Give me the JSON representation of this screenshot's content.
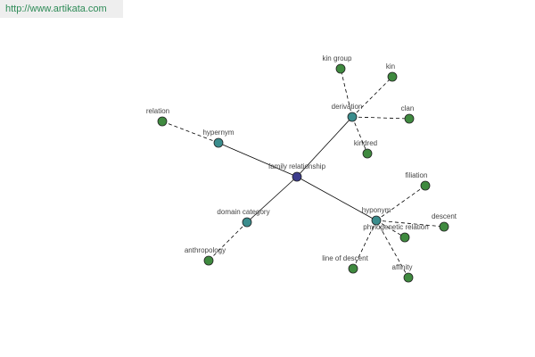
{
  "source": {
    "url": "http://www.artikata.com"
  },
  "colors": {
    "center": "#3c3c8c",
    "hub": "#3a8c8c",
    "leaf": "#3f8a3f",
    "link": "#2e8b57"
  },
  "graph": {
    "nodes": [
      {
        "id": "family-relationship",
        "label": "family relationship",
        "kind": "center"
      },
      {
        "id": "hypernym",
        "label": "hypernym",
        "kind": "hub"
      },
      {
        "id": "derivation",
        "label": "derivation",
        "kind": "hub"
      },
      {
        "id": "domain-category",
        "label": "domain category",
        "kind": "hub"
      },
      {
        "id": "hyponym",
        "label": "hyponym",
        "kind": "hub"
      },
      {
        "id": "relation",
        "label": "relation",
        "kind": "leaf"
      },
      {
        "id": "kin-group",
        "label": "kin group",
        "kind": "leaf"
      },
      {
        "id": "kin",
        "label": "kin",
        "kind": "leaf"
      },
      {
        "id": "clan",
        "label": "clan",
        "kind": "leaf"
      },
      {
        "id": "kindred",
        "label": "kindred",
        "kind": "leaf"
      },
      {
        "id": "anthropology",
        "label": "anthropology",
        "kind": "leaf"
      },
      {
        "id": "filiation",
        "label": "filiation",
        "kind": "leaf"
      },
      {
        "id": "descent",
        "label": "descent",
        "kind": "leaf"
      },
      {
        "id": "phylogenetic-relation",
        "label": "phylogenetic relation",
        "kind": "leaf"
      },
      {
        "id": "line-of-descent",
        "label": "line of descent",
        "kind": "leaf"
      },
      {
        "id": "affinity",
        "label": "affinity",
        "kind": "leaf"
      }
    ],
    "edges": [
      {
        "from": "family-relationship",
        "to": "hypernym",
        "style": "solid"
      },
      {
        "from": "family-relationship",
        "to": "derivation",
        "style": "solid"
      },
      {
        "from": "family-relationship",
        "to": "domain-category",
        "style": "solid"
      },
      {
        "from": "family-relationship",
        "to": "hyponym",
        "style": "solid"
      },
      {
        "from": "hypernym",
        "to": "relation",
        "style": "dashed"
      },
      {
        "from": "derivation",
        "to": "kin-group",
        "style": "dashed"
      },
      {
        "from": "derivation",
        "to": "kin",
        "style": "dashed"
      },
      {
        "from": "derivation",
        "to": "clan",
        "style": "dashed"
      },
      {
        "from": "derivation",
        "to": "kindred",
        "style": "dashed"
      },
      {
        "from": "domain-category",
        "to": "anthropology",
        "style": "dashed"
      },
      {
        "from": "hyponym",
        "to": "filiation",
        "style": "dashed"
      },
      {
        "from": "hyponym",
        "to": "descent",
        "style": "dashed"
      },
      {
        "from": "hyponym",
        "to": "phylogenetic-relation",
        "style": "dashed"
      },
      {
        "from": "hyponym",
        "to": "line-of-descent",
        "style": "dashed"
      },
      {
        "from": "hyponym",
        "to": "affinity",
        "style": "dashed"
      }
    ]
  }
}
